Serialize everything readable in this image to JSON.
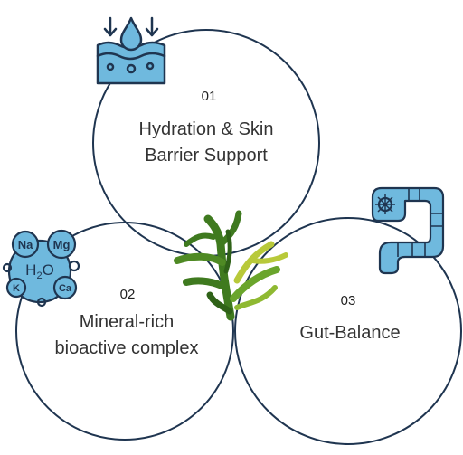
{
  "items": [
    {
      "number": "01",
      "title_line1": "Hydration & Skin",
      "title_line2": "Barrier Support",
      "icon": "water-drop-skin-icon"
    },
    {
      "number": "02",
      "title_line1": "Mineral-rich",
      "title_line2": "bioactive complex",
      "icon": "minerals-h2o-icon",
      "icon_labels": {
        "na": "Na",
        "mg": "Mg",
        "h2o_h": "H",
        "h2o_sub": "2",
        "h2o_o": "O",
        "k": "K",
        "ca": "Ca"
      }
    },
    {
      "number": "03",
      "title_line1": "Gut-Balance",
      "title_line2": "",
      "icon": "intestine-icon"
    }
  ],
  "center_icon": "seaweed-icon",
  "colors": {
    "circle_stroke": "#1f3550",
    "icon_fill": "#6fb9de",
    "icon_stroke": "#1f3550",
    "seaweed_dark": "#3f7a1f",
    "seaweed_mid": "#6aa52c",
    "seaweed_light": "#b8c93a"
  }
}
